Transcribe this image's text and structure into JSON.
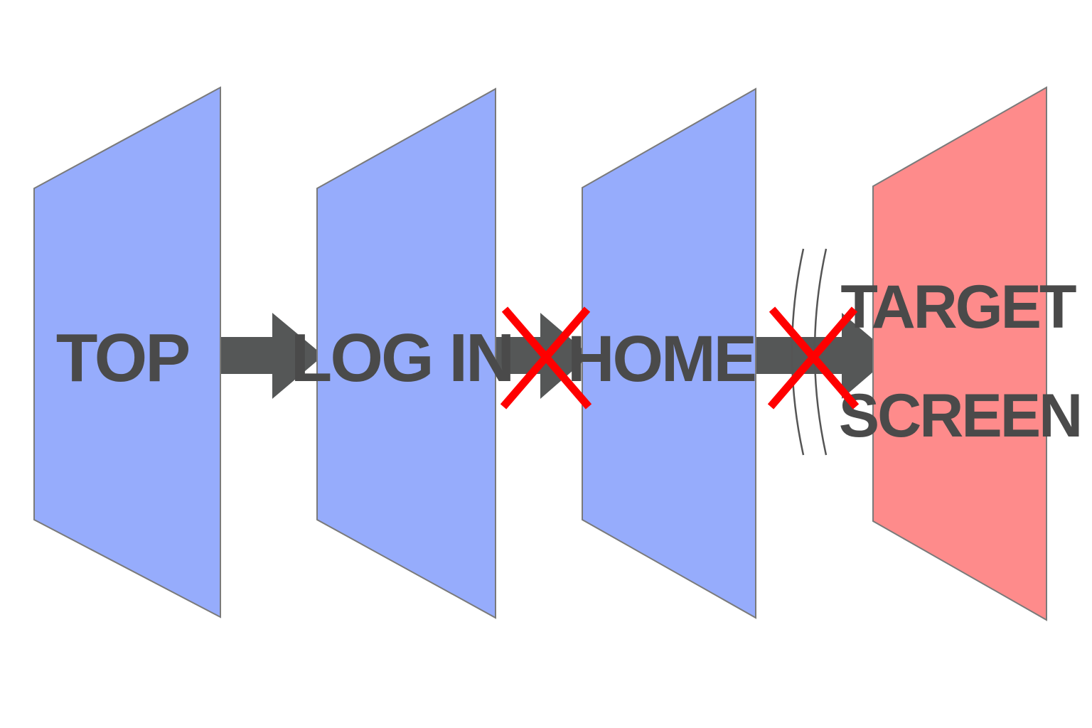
{
  "panels": [
    {
      "label_lines": [
        "TOP"
      ],
      "fill": "#96acfc",
      "kind": "screen"
    },
    {
      "label_lines": [
        "LOG IN"
      ],
      "fill": "#96acfc",
      "kind": "screen"
    },
    {
      "label_lines": [
        "HOME"
      ],
      "fill": "#96acfc",
      "kind": "screen"
    },
    {
      "label_lines": [
        "TARGET",
        "SCREEN"
      ],
      "fill": "#fe8b8b",
      "kind": "target"
    }
  ],
  "transitions": [
    {
      "from": 0,
      "to": 1,
      "blocked": false
    },
    {
      "from": 1,
      "to": 2,
      "blocked": true
    },
    {
      "from": 2,
      "to": 3,
      "blocked": true,
      "barrier": true
    }
  ],
  "colors": {
    "arrow": "#555757",
    "label": "#4a4a4a",
    "blocked_mark": "#ff0000",
    "panel_stroke": "#7a7a7a",
    "barrier": "#555555"
  }
}
